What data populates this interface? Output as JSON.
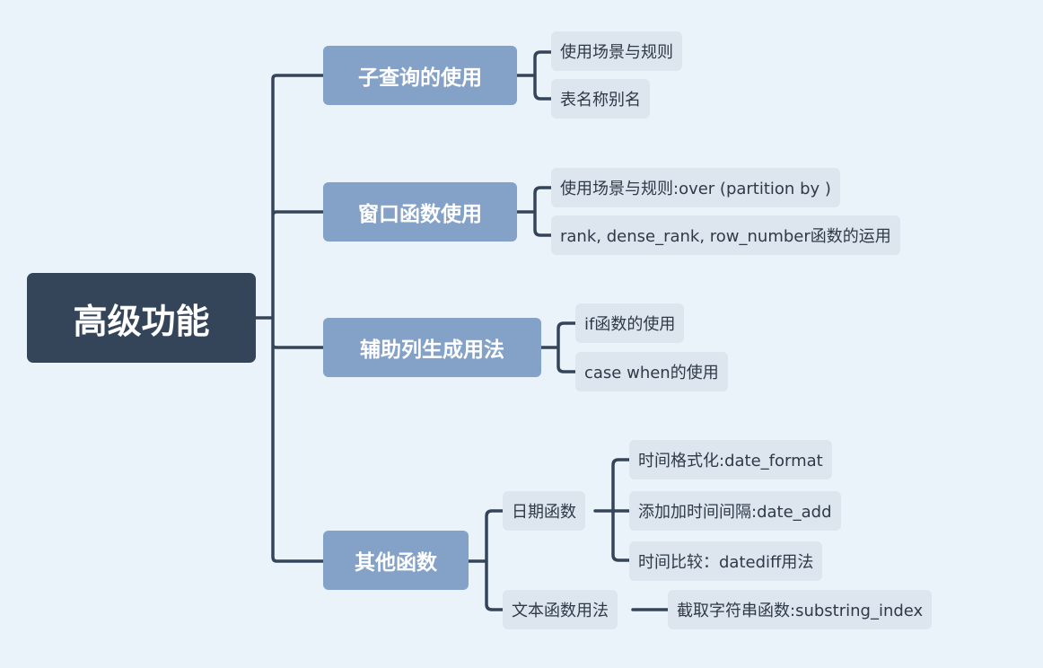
{
  "root": {
    "label": "高级功能"
  },
  "branches": [
    {
      "label": "子查询的使用",
      "children": [
        "使用场景与规则",
        "表名称别名"
      ]
    },
    {
      "label": "窗口函数使用",
      "children": [
        "使用场景与规则:over (partition by )",
        "rank, dense_rank, row_number函数的运用"
      ]
    },
    {
      "label": "辅助列生成用法",
      "children": [
        "if函数的使用",
        "case when的使用"
      ]
    },
    {
      "label": "其他函数",
      "groups": [
        {
          "label": "日期函数",
          "children": [
            "时间格式化:date_format",
            "添加加时间间隔:date_add",
            "时间比较：datediff用法"
          ]
        },
        {
          "label": "文本函数用法",
          "children": [
            "截取字符串函数:substring_index"
          ]
        }
      ]
    }
  ],
  "colors": {
    "background": "#eaf2fa",
    "root_fill": "#344559",
    "branch_fill": "#84a2c8",
    "leaf_fill": "#dde5ee",
    "connector": "#344559"
  }
}
